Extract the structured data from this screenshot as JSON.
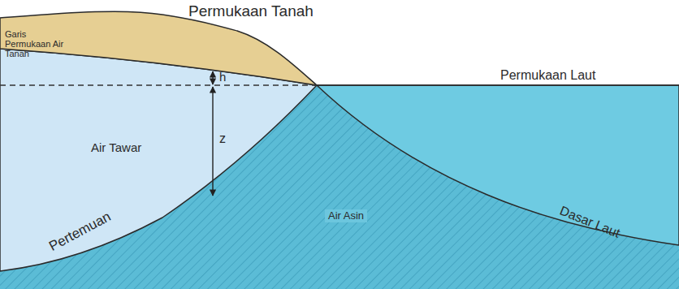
{
  "diagram": {
    "labels": [
      "Permukaan Tanah",
      "Garis Permukaan Air Tanah",
      "h",
      "Permukaan Laut",
      "z",
      "Air Tawar",
      "Pertemuan",
      "Air Asin",
      "Dasar Laut"
    ]
  }
}
